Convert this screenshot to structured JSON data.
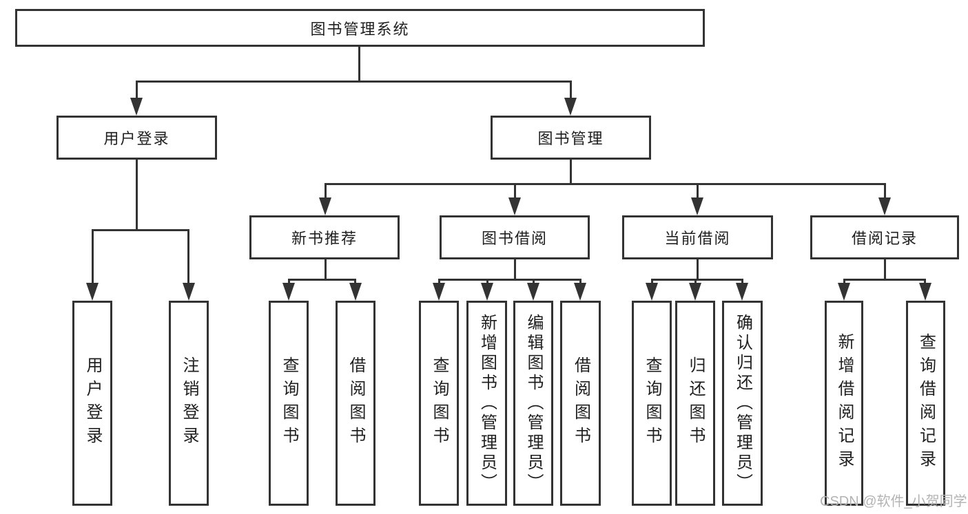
{
  "tree": {
    "root": {
      "label": "图书管理系统"
    },
    "children": [
      {
        "label": "用户登录",
        "children": [
          {
            "label": "用户登录"
          },
          {
            "label": "注销登录"
          }
        ]
      },
      {
        "label": "图书管理",
        "children": [
          {
            "label": "新书推荐",
            "children": [
              {
                "label": "查询图书"
              },
              {
                "label": "借阅图书"
              }
            ]
          },
          {
            "label": "图书借阅",
            "children": [
              {
                "label": "查询图书"
              },
              {
                "label": "新增图书（管理员）"
              },
              {
                "label": "编辑图书（管理员）"
              },
              {
                "label": "借阅图书"
              }
            ]
          },
          {
            "label": "当前借阅",
            "children": [
              {
                "label": "查询图书"
              },
              {
                "label": "归还图书"
              },
              {
                "label": "确认归还（管理员）"
              }
            ]
          },
          {
            "label": "借阅记录",
            "children": [
              {
                "label": "新增借阅记录"
              },
              {
                "label": "查询借阅记录"
              }
            ]
          }
        ]
      }
    ]
  },
  "watermark": {
    "text": "CSDN @软件_小贺同学"
  },
  "colors": {
    "line": "#333333",
    "background": "#ffffff",
    "text": "#1f1f1f",
    "watermark": "#b3b3b3"
  }
}
